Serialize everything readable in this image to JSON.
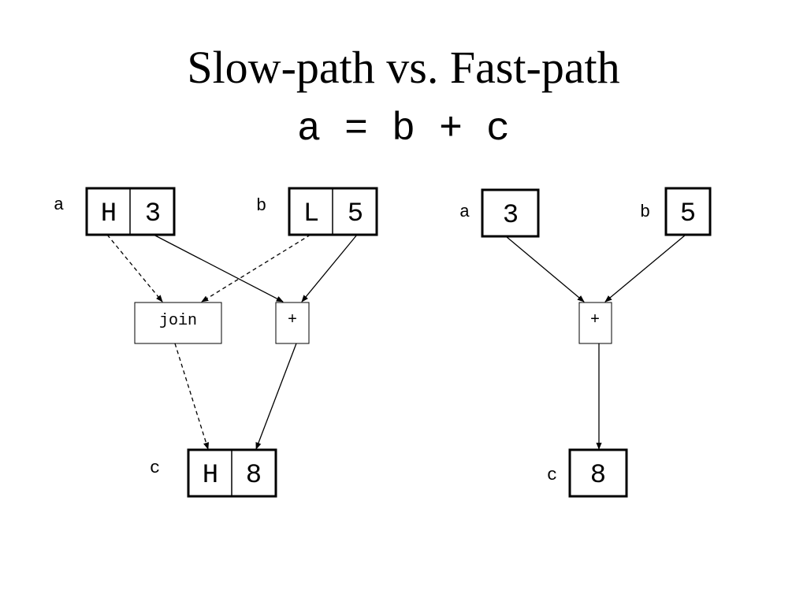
{
  "title": "Slow-path vs. Fast-path",
  "subtitle": "a = b + c",
  "slow_path": {
    "a": {
      "label": "a",
      "tag": "H",
      "value": "3"
    },
    "b": {
      "label": "b",
      "tag": "L",
      "value": "5"
    },
    "join": "join",
    "plus": "+",
    "c": {
      "label": "c",
      "tag": "H",
      "value": "8"
    }
  },
  "fast_path": {
    "a": {
      "label": "a",
      "value": "3"
    },
    "b": {
      "label": "b",
      "value": "5"
    },
    "plus": "+",
    "c": {
      "label": "c",
      "value": "8"
    }
  }
}
